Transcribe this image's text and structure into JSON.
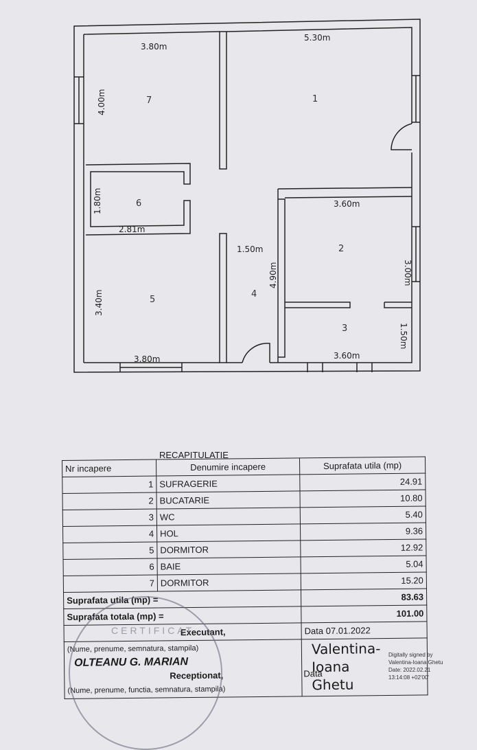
{
  "floor_plan": {
    "dimensions": {
      "room7_width": "3.80m",
      "room7_height": "4.00m",
      "room1_width": "5.30m",
      "room6_height": "1.80m",
      "room6_width": "2.81m",
      "room5_height": "3.40m",
      "room5_width": "3.80m",
      "hall_width": "1.50m",
      "hall_height": "4.90m",
      "room2_width": "3.60m",
      "room2_height": "3.00m",
      "room3_width": "3.60m",
      "room3_height": "1.50m"
    },
    "rooms": [
      "1",
      "2",
      "3",
      "4",
      "5",
      "6",
      "7"
    ]
  },
  "recap": {
    "title": "RECAPITULATIE",
    "headers": [
      "Nr incapere",
      "Denumire incapere",
      "Suprafata utila (mp)"
    ],
    "rows": [
      {
        "nr": "1",
        "name": "SUFRAGERIE",
        "area": "24.91"
      },
      {
        "nr": "2",
        "name": "BUCATARIE",
        "area": "10.80"
      },
      {
        "nr": "3",
        "name": "WC",
        "area": "5.40"
      },
      {
        "nr": "4",
        "name": "HOL",
        "area": "9.36"
      },
      {
        "nr": "5",
        "name": "DORMITOR",
        "area": "12.92"
      },
      {
        "nr": "6",
        "name": "BAIE",
        "area": "5.04"
      },
      {
        "nr": "7",
        "name": "DORMITOR",
        "area": "15.20"
      }
    ],
    "useful_total": "83.63",
    "useful_label": "Suprafata utila (mp) =",
    "total_label": "Suprafata totala (mp) =",
    "total_value": "101.00",
    "date": "Data 07.01.2022",
    "executant": "Executant,",
    "name_note": "(Nume, prenume, semnatura, stampila)",
    "executant_name": "OLTEANU G. MARIAN",
    "receptionat": "Receptionat,",
    "name_note2": "(Nume, prenume, functia, semnatura, stampila)",
    "data_label": "Data",
    "signer": [
      "Valentina-",
      "Ioana",
      "Ghetu"
    ],
    "digital_signature": [
      "Digitally signed by",
      "Valentina-Ioana Ghetu",
      "Date: 2022.02.21",
      "13:14:08 +02'00'"
    ],
    "stamp_text": "CERTIFICAT"
  }
}
